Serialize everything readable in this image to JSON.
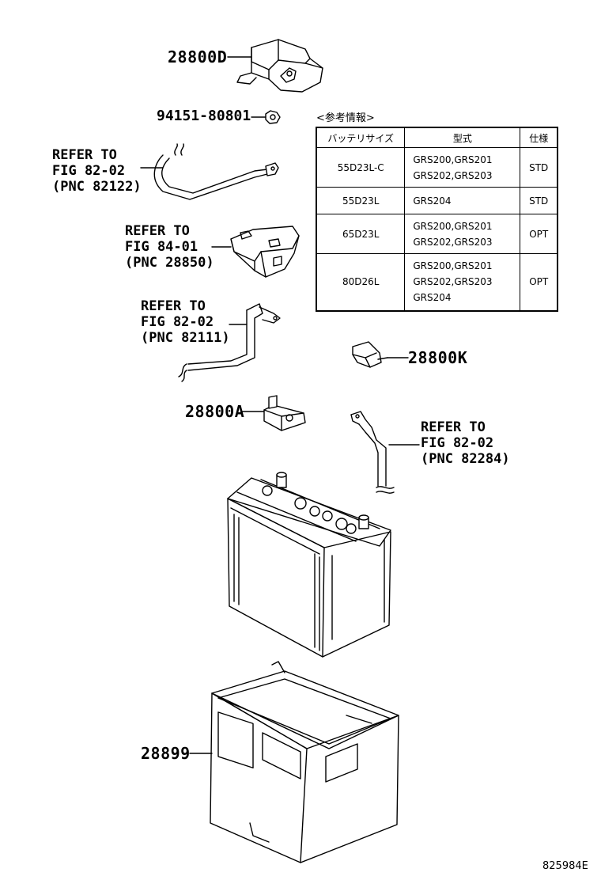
{
  "parts": {
    "cover_top": "28800D",
    "nut": "94151-80801",
    "cover_mid": "28800K",
    "clamp": "28800A",
    "tray": "28899"
  },
  "refers": [
    {
      "line1": "REFER TO",
      "line2": "FIG 82-02",
      "line3": "(PNC 82122)"
    },
    {
      "line1": "REFER TO",
      "line2": "FIG 84-01",
      "line3": "(PNC 28850)"
    },
    {
      "line1": "REFER TO",
      "line2": "FIG 82-02",
      "line3": "(PNC 82111)"
    },
    {
      "line1": "REFER TO",
      "line2": "FIG 82-02",
      "line3": "(PNC 82284)"
    }
  ],
  "reference_table": {
    "title": "<参考情報>",
    "headers": [
      "バッテリサイズ",
      "型式",
      "仕様"
    ],
    "rows": [
      {
        "size": "55D23L-C",
        "models": [
          "GRS200,GRS201",
          "GRS202,GRS203"
        ],
        "spec": "STD"
      },
      {
        "size": "55D23L",
        "models": [
          "GRS204"
        ],
        "spec": "STD"
      },
      {
        "size": "65D23L",
        "models": [
          "GRS200,GRS201",
          "GRS202,GRS203"
        ],
        "spec": "OPT"
      },
      {
        "size": "80D26L",
        "models": [
          "GRS200,GRS201",
          "GRS202,GRS203",
          "GRS204"
        ],
        "spec": "OPT"
      }
    ]
  },
  "illustration_code": "825984E"
}
